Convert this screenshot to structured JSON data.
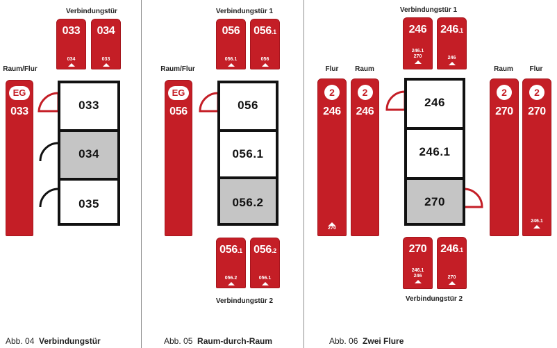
{
  "panels": [
    {
      "caption_prefix": "Abb. 04",
      "caption_title": "Verbindungstür",
      "top_label": "Verbindungstür",
      "side_label": "Raum/Flur",
      "side_sign": {
        "badge": "EG",
        "number": "033"
      },
      "top_signs": [
        {
          "number": "033",
          "foot": "034"
        },
        {
          "number": "034",
          "foot": "033"
        }
      ],
      "rooms": [
        "033",
        "034",
        "035"
      ]
    },
    {
      "caption_prefix": "Abb. 05",
      "caption_title": "Raum-durch-Raum",
      "top_label": "Verbindungstür 1",
      "bottom_label": "Verbindungstür 2",
      "side_label": "Raum/Flur",
      "side_sign": {
        "badge": "EG",
        "number": "056"
      },
      "top_signs": [
        {
          "number": "056",
          "foot": "056.1"
        },
        {
          "number": "056",
          "suffix": ".1",
          "foot": "056"
        }
      ],
      "bottom_signs": [
        {
          "number": "056",
          "suffix": ".1",
          "foot": "056.2"
        },
        {
          "number": "056",
          "suffix": ".2",
          "foot": "056.1"
        }
      ],
      "rooms": [
        "056",
        "056.1",
        "056.2"
      ]
    },
    {
      "caption_prefix": "Abb. 06",
      "caption_title": "Zwei Flure",
      "top_label": "Verbindungstür 1",
      "bottom_label": "Verbindungstür 2",
      "left_labels": [
        "Flur",
        "Raum"
      ],
      "right_labels": [
        "Raum",
        "Flur"
      ],
      "left_signs": [
        {
          "badge": "2",
          "number": "246",
          "foot": "270"
        },
        {
          "badge": "2",
          "number": "246"
        }
      ],
      "right_signs": [
        {
          "badge": "2",
          "number": "270"
        },
        {
          "badge": "2",
          "number": "270",
          "foot": "246.1"
        }
      ],
      "top_signs": [
        {
          "number": "246",
          "foot": "246.1",
          "foot2": "270"
        },
        {
          "number": "246",
          "suffix": ".1",
          "foot": "246"
        }
      ],
      "bottom_signs": [
        {
          "number": "270",
          "foot": "246.1",
          "foot2": "246"
        },
        {
          "number": "246",
          "suffix": ".1",
          "foot": "270"
        }
      ],
      "rooms": [
        "246",
        "246.1",
        "270"
      ]
    }
  ],
  "colors": {
    "sign_red": "#c41e26",
    "wall": "#111111",
    "grey_room": "#c5c5c5"
  }
}
